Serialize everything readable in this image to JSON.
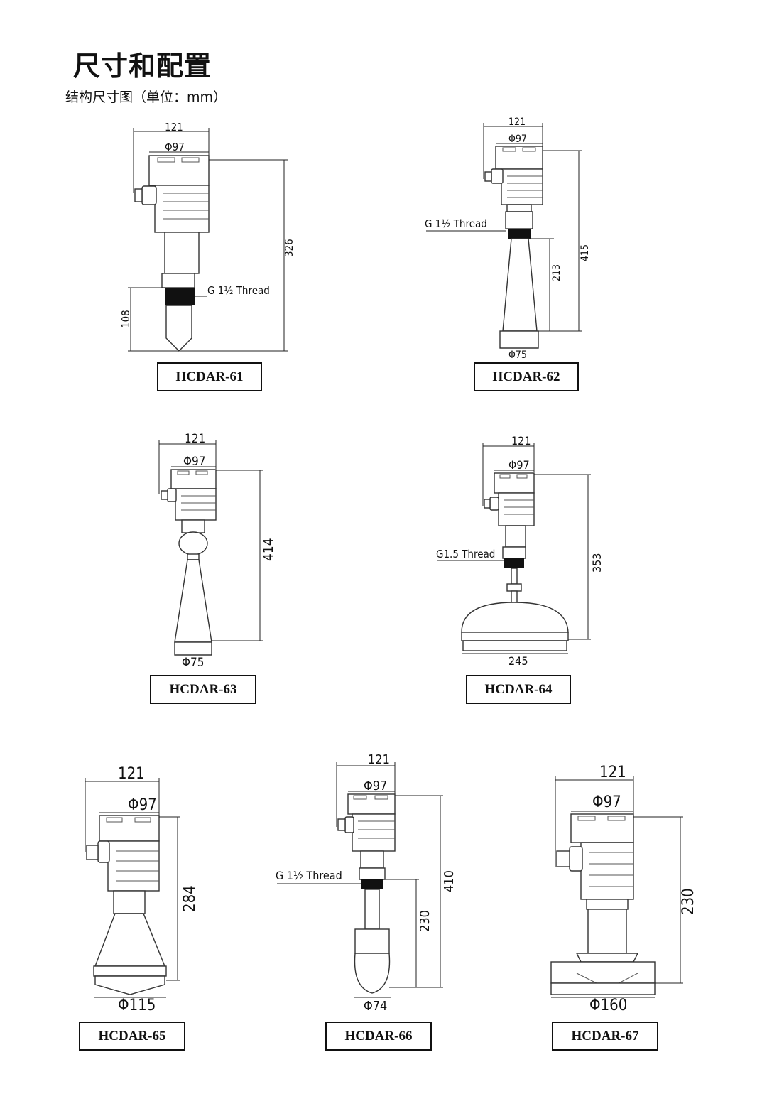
{
  "page": {
    "title": "尺寸和配置",
    "subtitle": "结构尺寸图（单位：mm）"
  },
  "models": [
    {
      "name": "HCDAR-61",
      "width": "121",
      "diameter": "Φ97",
      "height": "326",
      "insert": "108",
      "thread": "G 1½ Thread"
    },
    {
      "name": "HCDAR-62",
      "width": "121",
      "diameter": "Φ97",
      "height": "415",
      "horn": "213",
      "thread": "G 1½ Thread",
      "bottom": "Φ75"
    },
    {
      "name": "HCDAR-63",
      "width": "121",
      "diameter": "Φ97",
      "height": "414",
      "bottom": "Φ75"
    },
    {
      "name": "HCDAR-64",
      "width": "121",
      "diameter": "Φ97",
      "height": "353",
      "thread": "G1.5 Thread",
      "bottom": "245"
    },
    {
      "name": "HCDAR-65",
      "width": "121",
      "diameter": "Φ97",
      "height": "284",
      "bottom": "Φ115"
    },
    {
      "name": "HCDAR-66",
      "width": "121",
      "diameter": "Φ97",
      "height": "410",
      "stem": "230",
      "thread": "G 1½ Thread",
      "bottom": "Φ74"
    },
    {
      "name": "HCDAR-67",
      "width": "121",
      "diameter": "Φ97",
      "height": "230",
      "bottom": "Φ160"
    }
  ]
}
